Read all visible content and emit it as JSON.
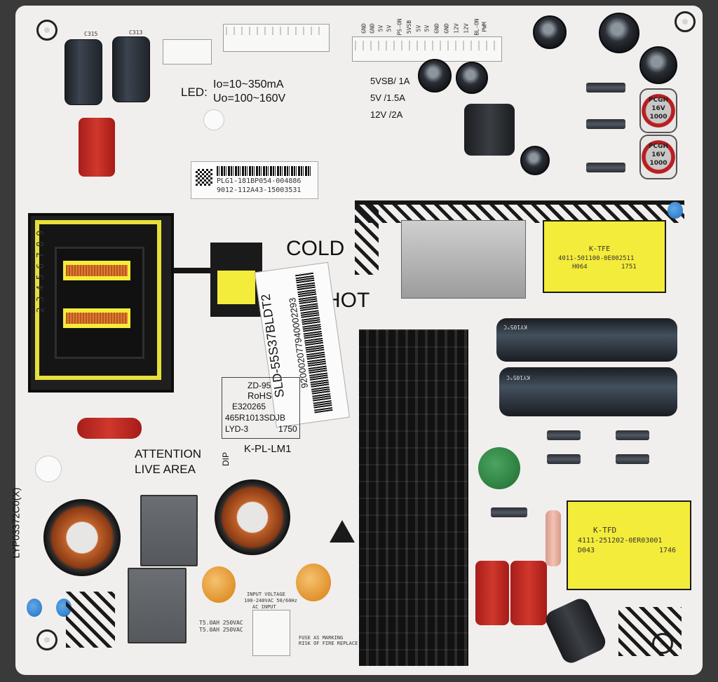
{
  "board": {
    "model": "LYP03372C0(X)",
    "led_current": "Io=10~350mA",
    "led_voltage": "Uo=100~160V",
    "led_prefix": "LED:",
    "output_5vsb": "5VSB/ 1A",
    "output_5v": "5V /1.5A",
    "output_12v": "12V /2A",
    "cold": "COLD",
    "hot": "HOT",
    "attention_line1": "ATTENTION",
    "attention_line2": "LIVE AREA",
    "pl_code": "K-PL-LM1",
    "dip": "DIP",
    "zd_code": "ZD-95",
    "rohs": "RoHS",
    "ul_code": "E320265",
    "board_code": "465R1013SDJB",
    "lyd": "LYD-3",
    "date_code": "1750",
    "fuse_label": "T5.0AH 250VAC",
    "fuse_label2": "T5.0AH 250VAC",
    "input_voltage": "INPUT VOLTAGE",
    "input_range": "100-240VAC 50/60Hz",
    "ac_input": "AC INPUT",
    "fuse_marking": "FUSE AS MARKING",
    "fire_replace": "RISK OF FIRE REPLACE",
    "ruler_digits": "2 3 4 5 6 7 8 9"
  },
  "stickers": {
    "sticker1_line1": "PLG1-181BP054-004886",
    "sticker1_line2": "9012-112A43-15003531",
    "sticker2": "SLD-55S37BLDT2",
    "sticker2_barcode": "920002077940002293"
  },
  "transformers": {
    "ktfe_title": "K-TFE",
    "ktfe_code": "4011-501100-0E002511",
    "ktfe_lot": "H064",
    "ktfe_date": "1751",
    "ktfd_title": "K-TFD",
    "ktfd_code": "4111-251202-0ER03001",
    "ktfd_lot": "D043",
    "ktfd_date": "1746"
  },
  "capacitors": {
    "cap_value": "1000",
    "cap_voltage": "16V",
    "cap_brand": "PCGH",
    "bulk_rating": "KY105°C"
  },
  "connector_pins": [
    "GND",
    "GND",
    "5V",
    "5V",
    "PS-ON",
    "5VSB",
    "5V",
    "5V",
    "GND",
    "GND",
    "12V",
    "12V",
    "BL-ON",
    "PWM"
  ],
  "colors": {
    "board": "#f1efed",
    "silkscreen": "#1a1a1a",
    "transformer_yellow": "#f4ec3a",
    "heatsink": "#111111",
    "film_cap_red": "#c22a22",
    "y_cap_blue": "#1f6fc4"
  }
}
